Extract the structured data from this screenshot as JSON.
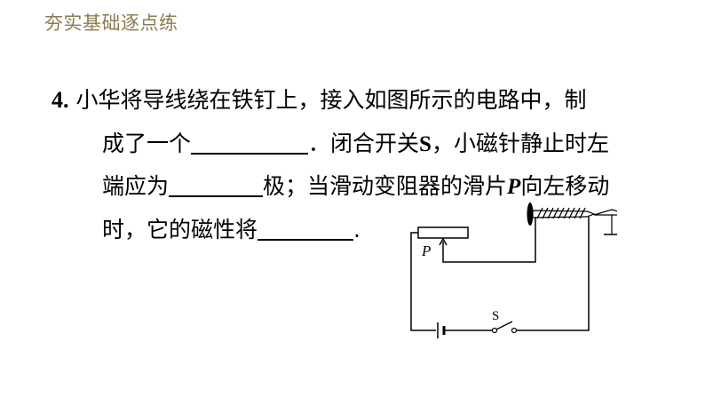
{
  "header": {
    "title": "夯实基础逐点练"
  },
  "question": {
    "number": "4",
    "number_dot": ".",
    "line1": "小华将导线绕在铁钉上，接入如图所示的电路中，制",
    "line2_a": "成了一个",
    "line2_b": "．闭合开关",
    "line2_s": "S",
    "line2_c": "，小磁针静止时左",
    "line3_a": "端应为",
    "line3_b": "极；当滑动变阻器的滑片",
    "line3_p": "P",
    "line3_c": "向左移动",
    "line4_a": "时，它的磁性将",
    "line4_b": "."
  },
  "diagram": {
    "label_p": "P",
    "label_s": "S"
  }
}
